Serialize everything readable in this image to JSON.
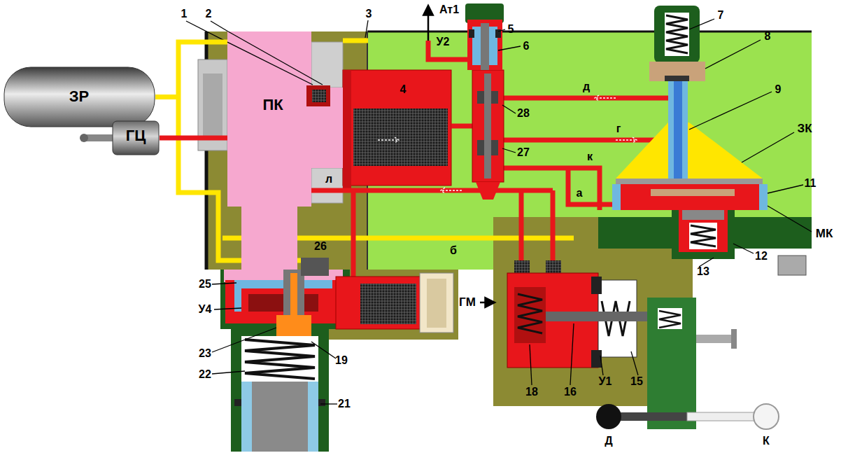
{
  "diagram": {
    "nodes": [
      {
        "text": [
          "ЗР"
        ]
      },
      {
        "text": [
          "ПК"
        ]
      },
      {
        "text": [
          "ГЦ"
        ]
      }
    ],
    "edges": [
      {
        "from": 0,
        "to": 1,
        "arrow": "none"
      },
      {
        "from": 2,
        "to": 1,
        "arrow": "none"
      }
    ],
    "labels": [
      "1",
      "2",
      "3",
      "Ат1",
      "У2",
      "5",
      "6",
      "7",
      "8",
      "4",
      "28",
      "27",
      "д",
      "г",
      "к",
      "9",
      "ЗК",
      "а",
      "11",
      "МК",
      "12",
      "13",
      "л",
      "б",
      "26",
      "25",
      "У4",
      "23",
      "22",
      "21",
      "19",
      "ГМ",
      "18",
      "16",
      "У1",
      "15",
      "Д",
      "К"
    ]
  }
}
